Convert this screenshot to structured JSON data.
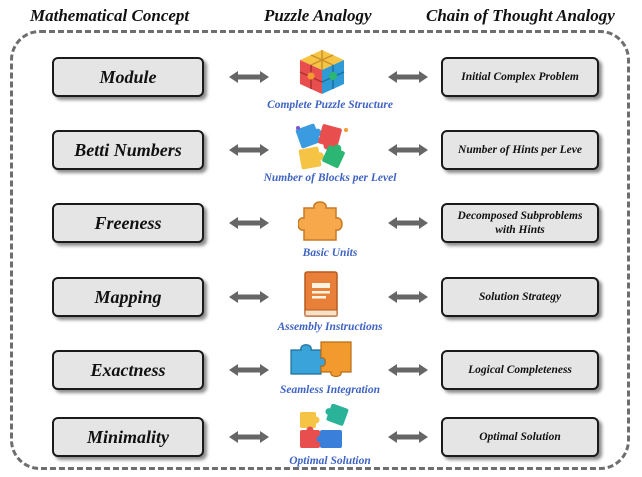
{
  "headers": {
    "left": "Mathematical Concept",
    "middle": "Puzzle Analogy",
    "right": "Chain of Thought Analogy"
  },
  "rows": [
    {
      "concept": "Module",
      "puzzle": "Complete Puzzle Structure",
      "cot": "Initial Complex Problem",
      "icon": "puzzle-cube-icon"
    },
    {
      "concept": "Betti  Numbers",
      "puzzle": "Number of Blocks per Level",
      "cot": "Number of Hints per Leve",
      "icon": "scattered-puzzle-pieces-icon"
    },
    {
      "concept": "Freeness",
      "puzzle": "Basic Units",
      "cot": "Decomposed Subproblems with Hints",
      "icon": "single-puzzle-piece-icon"
    },
    {
      "concept": "Mapping",
      "puzzle": "Assembly Instructions",
      "cot": "Solution Strategy",
      "icon": "instruction-book-icon"
    },
    {
      "concept": "Exactness",
      "puzzle": "Seamless Integration",
      "cot": "Logical Completeness",
      "icon": "connected-puzzle-pieces-icon"
    },
    {
      "concept": "Minimality",
      "puzzle": "Optimal Solution",
      "cot": "Optimal Solution",
      "icon": "minimal-puzzle-set-icon"
    }
  ],
  "colors": {
    "caption": "#3f63c2",
    "box_fill": "#e5e5e5",
    "arrow": "#666666",
    "frame": "#6e6e6e"
  }
}
